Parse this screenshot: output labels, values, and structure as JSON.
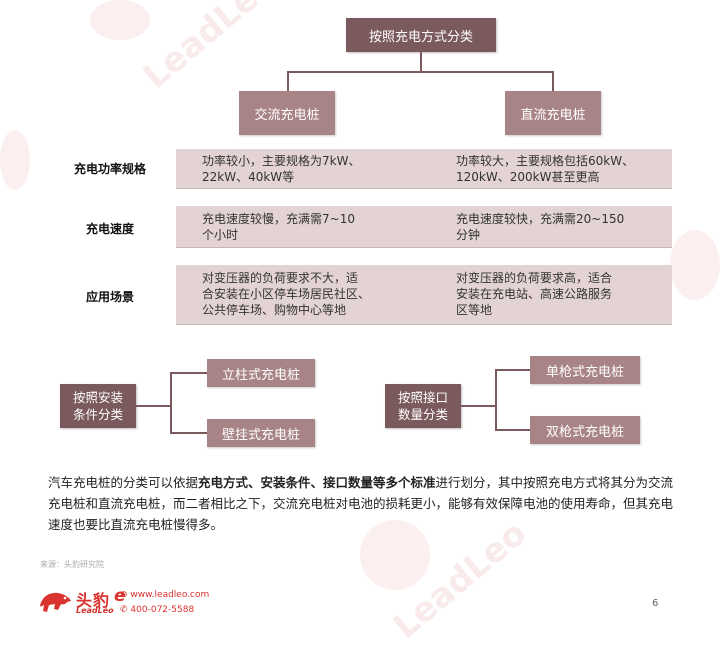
{
  "root": "按照充电方式分类",
  "branches": {
    "ac": "交流充电桩",
    "dc": "直流充电桩"
  },
  "rows": [
    {
      "label": "充电功率规格",
      "ac": [
        "功率较小，主要规格为7kW、",
        "22kW、40kW等"
      ],
      "dc": [
        "功率较大，主要规格包括60kW、",
        "120kW、200kW甚至更高"
      ]
    },
    {
      "label": "充电速度",
      "ac": [
        "充电速度较慢，充满需7~10",
        "个小时"
      ],
      "dc": [
        "充电速度较快，充满需20~150",
        "分钟"
      ]
    },
    {
      "label": "应用场景",
      "ac": [
        "对变压器的负荷要求不大，适",
        "合安装在小区停车场居民社区、",
        "公共停车场、购物中心等地"
      ],
      "dc": [
        "对变压器的负荷要求高，适合",
        "安装在充电站、高速公路服务",
        "区等地"
      ]
    }
  ],
  "install": {
    "root": [
      "按照安装",
      "条件分类"
    ],
    "a": "立柱式充电桩",
    "b": "壁挂式充电桩"
  },
  "connector": {
    "root": [
      "按照接口",
      "数量分类"
    ],
    "a": "单枪式充电桩",
    "b": "双枪式充电桩"
  },
  "paragraph": {
    "p1": "汽车充电桩的分类可以依据",
    "bold": "充电方式、安装条件、接口数量等多个标准",
    "p2": "进行划分，其中按照充电方式将其分为交流充电桩和直流充电桩，而二者相比之下，交流充电桩对电池的损耗更小，能够有效保障电池的使用寿命，但其充电速度也要比直流充电桩慢得多。"
  },
  "source": "来源：头豹研究院",
  "footer": {
    "brand_cn": "头豹",
    "brand_en": "LeadLeo",
    "url": "www.leadleo.com",
    "phone": "400-072-5588",
    "page": "6"
  },
  "colors": {
    "dark": "#7a5a5c",
    "mid": "#a88487",
    "band": "#e3d3d4",
    "brand_red": "#d9322f"
  }
}
